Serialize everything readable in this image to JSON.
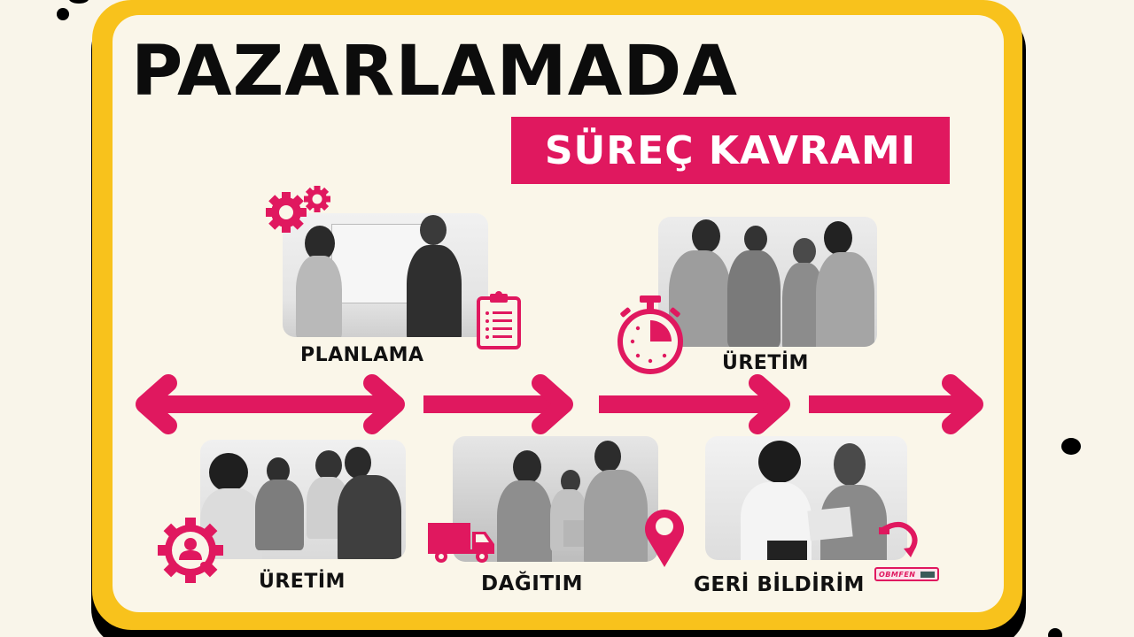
{
  "header": {
    "title": "PAZARLAMADA",
    "subtitle": "SÜREÇ KAVRAMI"
  },
  "colors": {
    "accent": "#e0185f",
    "frame": "#f8c21c",
    "background": "#faf6e9",
    "text": "#0c0c0c"
  },
  "steps": [
    {
      "label": "PLANLAMA",
      "icons": [
        "gears-icon",
        "clipboard-checklist-icon"
      ]
    },
    {
      "label": "ÜRETİM",
      "icons": [
        "stopwatch-icon"
      ]
    },
    {
      "label": "ÜRETİM",
      "icons": [
        "gear-person-icon"
      ]
    },
    {
      "label": "DAĞITIM",
      "icons": [
        "delivery-truck-icon",
        "location-pin-icon"
      ]
    },
    {
      "label": "GERİ BİLDİRİM",
      "icons": [
        "refresh-arrow-icon"
      ],
      "badge": "OBMFEN"
    }
  ],
  "flow_arrows": [
    "double-arrow",
    "right-arrow",
    "right-arrow",
    "right-arrow"
  ]
}
